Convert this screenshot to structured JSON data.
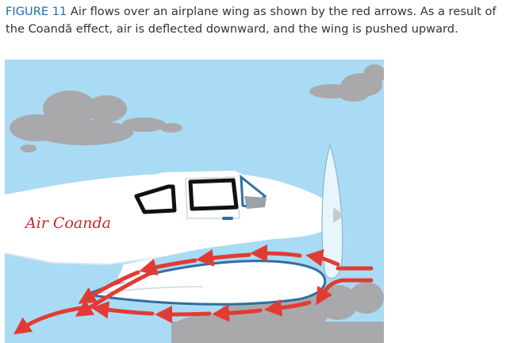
{
  "caption": {
    "label": "FIGURE 11",
    "text": "Air flows over an airplane wing as shown by the red arrows. As a result of the Coandă effect, air is deflected downward, and the wing is pushed upward."
  },
  "diagram": {
    "plane_name": "Air Coanda",
    "colors": {
      "sky": "#a9dbf4",
      "cloud": "#a9a9ab",
      "fuselage": "#ffffff",
      "arrow": "#e23b33",
      "outline": "#2f6fa0",
      "window": "#111111",
      "script": "#c8262b"
    }
  }
}
